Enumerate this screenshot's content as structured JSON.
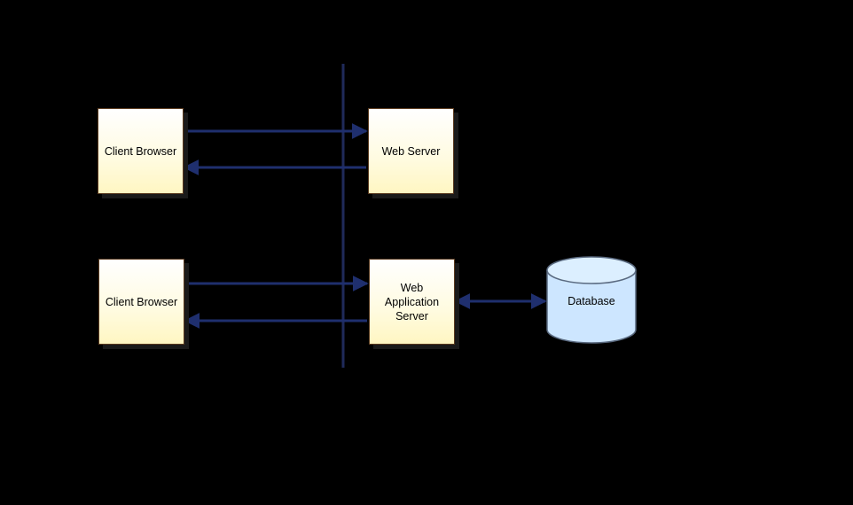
{
  "nodes": {
    "client_top": "Client Browser",
    "web_server": "Web Server",
    "client_bottom": "Client Browser",
    "app_server": "Web\nApplication\nServer",
    "database": "Database"
  },
  "colors": {
    "background": "#000000",
    "arrow": "#1f2f6e",
    "divider": "#1f2a5a",
    "box_border": "#5a3a1e",
    "box_fill": "#fff6c2",
    "database_fill": "#cde6ff"
  }
}
